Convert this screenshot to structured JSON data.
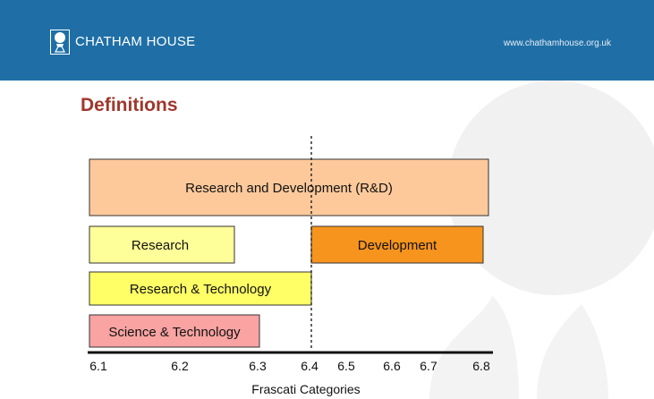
{
  "header": {
    "brand": "CHATHAM HOUSE",
    "url": "www.chathamhouse.org.uk",
    "logo_icon": "chatham-house-logo-icon",
    "background_color": "#1f6fa6"
  },
  "title": "Definitions",
  "diagram": {
    "boxes": [
      {
        "label": "Research and Development (R&D)",
        "color": "#fdc99b"
      },
      {
        "label": "Research",
        "color": "#ffff99"
      },
      {
        "label": "Development",
        "color": "#f7941d"
      },
      {
        "label": "Research & Technology",
        "color": "#ffff66"
      },
      {
        "label": "Science & Technology",
        "color": "#f9a3a3"
      }
    ],
    "axis": {
      "ticks": [
        "6.1",
        "6.2",
        "6.3",
        "6.4",
        "6.5",
        "6.6",
        "6.7",
        "6.8"
      ],
      "title": "Frascati Categories"
    }
  }
}
